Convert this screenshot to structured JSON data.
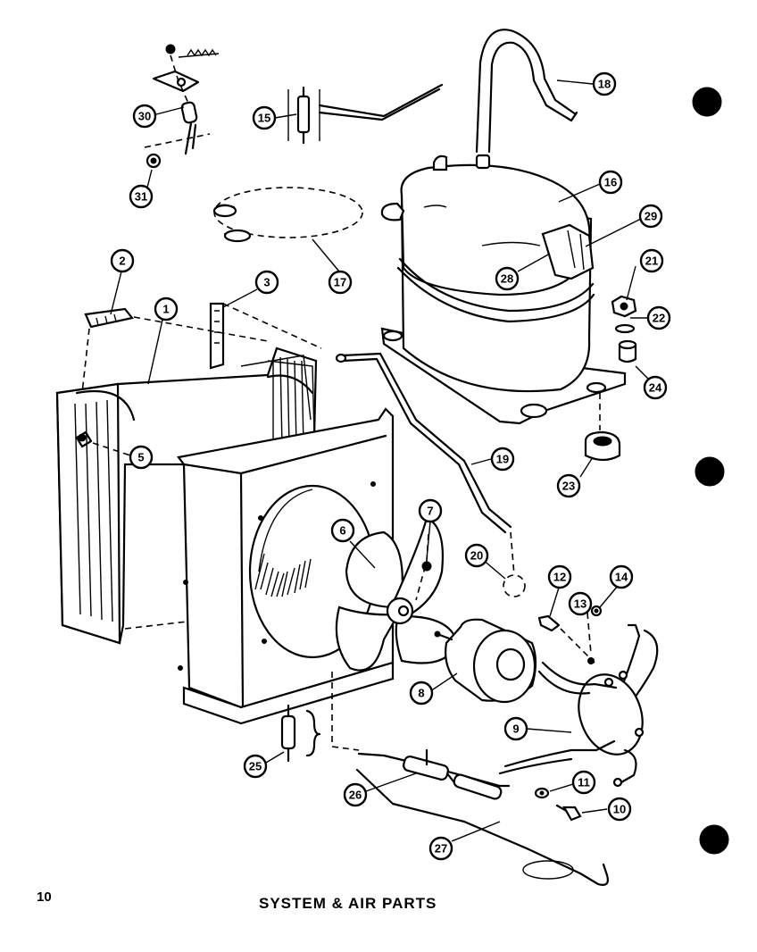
{
  "page": {
    "number": "10",
    "title": "SYSTEM & AIR PARTS"
  },
  "callouts": [
    "1",
    "2",
    "3",
    "5",
    "6",
    "7",
    "8",
    "9",
    "10",
    "11",
    "12",
    "13",
    "14",
    "15",
    "16",
    "17",
    "18",
    "19",
    "20",
    "21",
    "22",
    "23",
    "24",
    "25",
    "26",
    "27",
    "28",
    "29",
    "30",
    "31"
  ],
  "colors": {
    "ink": "#000000",
    "paper": "#ffffff"
  }
}
